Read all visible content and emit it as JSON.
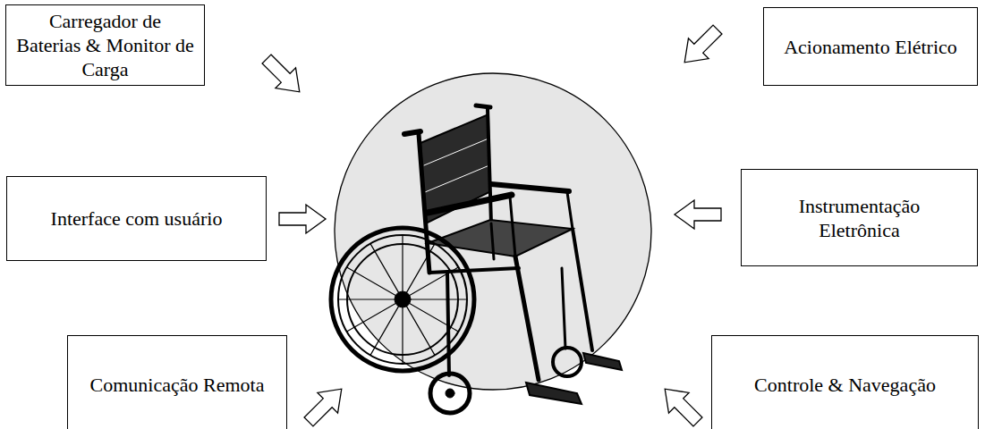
{
  "diagram": {
    "nodes": [
      {
        "text": [
          "Carregador de Baterias & Monitor de Carga"
        ]
      },
      {
        "text": [
          "Acionamento Elétrico"
        ]
      },
      {
        "text": [
          "Interface com usuário"
        ]
      },
      {
        "text": [
          "Instrumentação Eletrônica"
        ]
      },
      {
        "text": [
          "Comunicação Remota"
        ]
      },
      {
        "text": [
          "Controle & Navegação"
        ]
      }
    ]
  }
}
